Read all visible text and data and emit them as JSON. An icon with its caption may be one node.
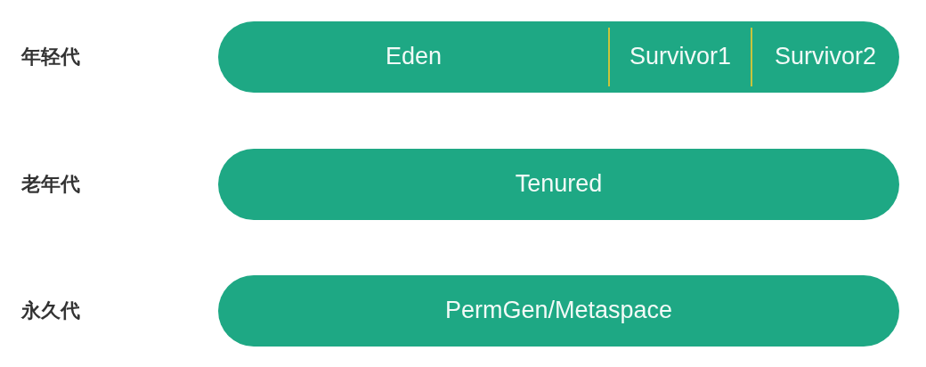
{
  "diagram": {
    "nodes": [
      {
        "text": [],
        "shape": "bar"
      },
      {
        "text": [
          "Eden"
        ],
        "in": 0
      },
      {
        "text": [
          "Survivor1"
        ],
        "in": 0
      },
      {
        "text": [
          "Survivor2"
        ],
        "in": 0
      },
      {
        "text": [
          "Tenured"
        ]
      },
      {
        "text": [
          "PermGen/Metaspace"
        ]
      }
    ],
    "labels": [
      "年轻代",
      "老年代",
      "永久代"
    ]
  }
}
